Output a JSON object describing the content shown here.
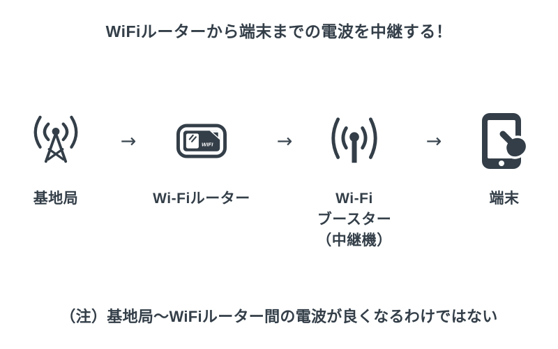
{
  "title": "WiFiルーターから端末までの電波を中継する！",
  "note": "（注）基地局〜WiFiルーター間の電波が良くなるわけではない",
  "arrow_glyph": "→",
  "colors": {
    "ink": "#333E48",
    "background": "#FFFFFF",
    "arrow": "#3A4650"
  },
  "flow": {
    "items": [
      {
        "icon": "base-station-icon",
        "label": "基地局"
      },
      {
        "icon": "mobile-wifi-router-icon",
        "label": "Wi-Fiルーター",
        "badge": "WIFI"
      },
      {
        "icon": "wifi-booster-icon",
        "label": "Wi-Fi\nブースター\n（中継機）"
      },
      {
        "icon": "tablet-touch-icon",
        "label": "端末"
      }
    ]
  }
}
